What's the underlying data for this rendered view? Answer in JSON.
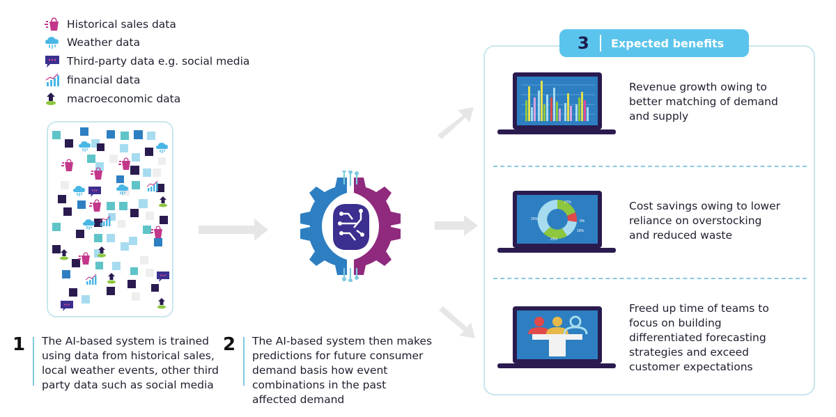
{
  "legend": [
    {
      "icon": "shopping-bag-icon",
      "label": "Historical sales data",
      "color": "#c2378a"
    },
    {
      "icon": "cloud-rain-icon",
      "label": "Weather data",
      "color": "#49b7e6"
    },
    {
      "icon": "chat-bubble-icon",
      "label": "Third-party data e.g. social media",
      "color": "#3b2f8f"
    },
    {
      "icon": "bar-chart-icon",
      "label": "financial data",
      "color": "#49b7e6"
    },
    {
      "icon": "growth-plant-icon",
      "label": "macroeconomic data",
      "color": "#2a1b4f"
    }
  ],
  "steps": [
    {
      "number": "1",
      "lines": [
        "The AI-based system is trained",
        "using data from historical sales,",
        "local weather events, other third",
        "party data such as social media"
      ]
    },
    {
      "number": "2",
      "lines": [
        "The AI-based system then makes",
        "predictions for future consumer",
        "demand basis how event",
        "combinations in the past",
        "affected demand"
      ]
    }
  ],
  "benefits_header": {
    "number": "3",
    "title": "Expected benefits"
  },
  "benefits": [
    {
      "icon": "laptop-bar-chart-icon",
      "lines": [
        "Revenue growth owing to",
        "better matching of demand",
        "and supply"
      ]
    },
    {
      "icon": "laptop-donut-chart-icon",
      "lines": [
        "Cost savings owing to lower",
        "reliance on overstocking",
        "and reduced waste"
      ],
      "donut_labels": [
        "25%",
        "9%",
        "16%",
        "23%",
        "27%"
      ]
    },
    {
      "icon": "laptop-team-icon",
      "lines": [
        "Freed up time of teams to",
        "focus on building",
        "differentiated forecasting",
        "strategies and exceed",
        "customer expectations"
      ]
    }
  ],
  "colors": {
    "navy": "#2a1b4f",
    "teal": "#5ec4c8",
    "sky": "#49b7e6",
    "light_blue": "#a7dcf0",
    "magenta": "#c2378a",
    "purple": "#3b2f8f",
    "gear_blue": "#2d7fc1",
    "gear_purple": "#8f2a7e",
    "arrow_gray": "#e6e6e6"
  }
}
